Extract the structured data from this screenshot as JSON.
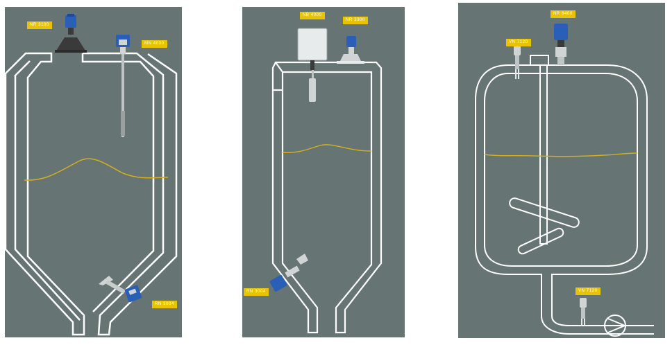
{
  "diagram": {
    "colors": {
      "background": "#667473",
      "outline": "#ffffff",
      "liquid_level": "#d4b01a",
      "label_bg": "#e8c400",
      "label_text": "#ffffff",
      "sensor_blue": "#2a5fb8",
      "sensor_dark": "#3a3a3a",
      "sensor_silver": "#d0d4d4"
    },
    "panels": [
      {
        "name": "silo-1",
        "labels": [
          "NR 3100",
          "MN 4030",
          "RN 3004"
        ]
      },
      {
        "name": "silo-2",
        "labels": [
          "NB 4000",
          "NR 3300",
          "RN 3004"
        ]
      },
      {
        "name": "mixing-tank",
        "labels": [
          "NR 8400",
          "VN 7120",
          "VN 7120"
        ]
      }
    ],
    "icons": [
      "radar-sensor-icon",
      "capacitive-probe-icon",
      "rotary-paddle-switch-icon",
      "control-box-icon",
      "vibrating-fork-icon",
      "pump-icon",
      "agitator-icon"
    ]
  }
}
